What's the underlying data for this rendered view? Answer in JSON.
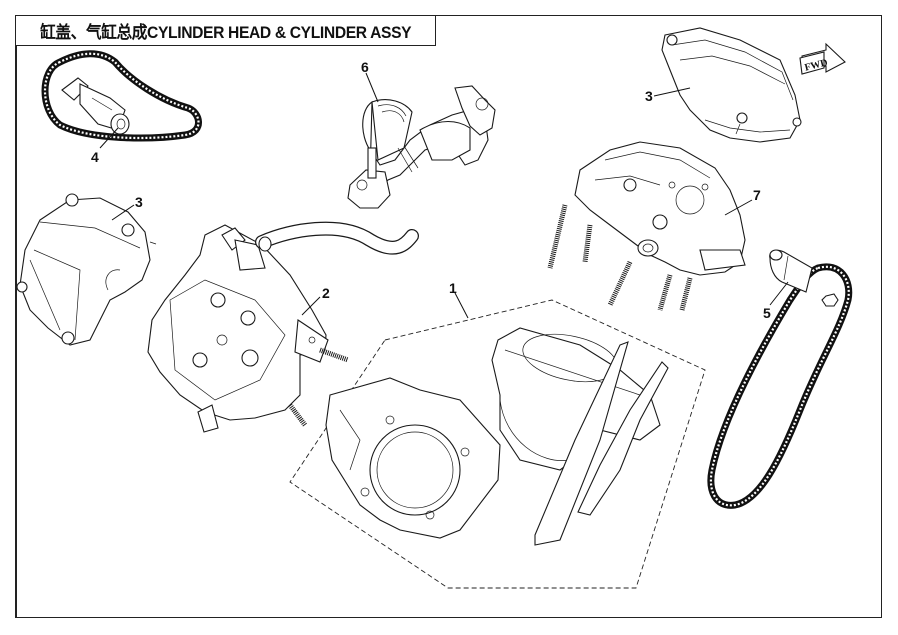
{
  "diagram": {
    "title": "缸盖、气缸总成CYLINDER HEAD & CYLINDER ASSY",
    "fwd_label": "FWD",
    "callouts": [
      {
        "id": "1",
        "part": "cylinder-assy"
      },
      {
        "id": "2",
        "part": "cylinder-head"
      },
      {
        "id": "3",
        "part": "cylinder-head-cover-left"
      },
      {
        "id": "3",
        "part": "cylinder-head-cover-right"
      },
      {
        "id": "4",
        "part": "camshaft-with-chain-left"
      },
      {
        "id": "5",
        "part": "camshaft-with-chain-right"
      },
      {
        "id": "6",
        "part": "intake-manifold"
      },
      {
        "id": "7",
        "part": "cylinder-head-assembly"
      }
    ],
    "colors": {
      "line": "#111111",
      "background": "#ffffff"
    }
  }
}
